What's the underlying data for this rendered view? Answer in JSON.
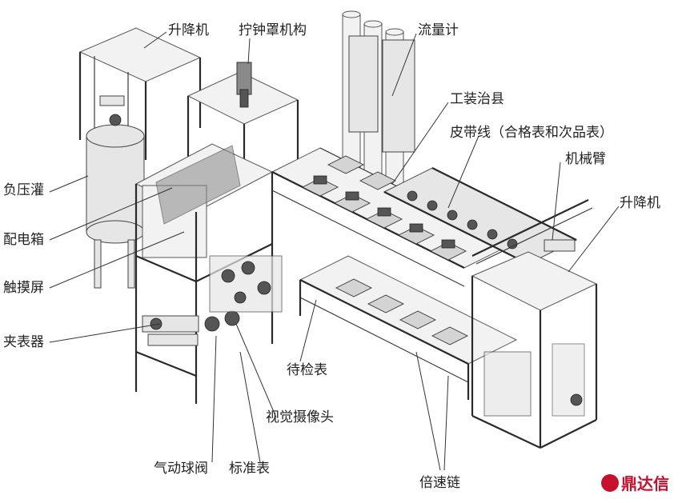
{
  "labels": {
    "lifter_left": "升降机",
    "cover_mechanism": "拧钟罩机构",
    "flowmeter": "流量计",
    "fixture": "工装治县",
    "conveyor_belt": "皮带线（合格表和次品表）",
    "robot_arm": "机械臂",
    "lifter_right": "升降机",
    "pressure_tank": "负压灌",
    "distribution_box": "配电箱",
    "touch_screen": "触摸屏",
    "clamp": "夹表器",
    "pending_meters": "待检表",
    "vision_camera": "视觉摄像头",
    "pneumatic_valve": "气动球阀",
    "standard_meter": "标准表",
    "speed_chain": "倍速链"
  },
  "logo": {
    "text": "鼎达信",
    "color": "#c8102e"
  },
  "colors": {
    "line": "#333333",
    "frame": "#2a2a2a",
    "panel": "#e6e6e6"
  }
}
